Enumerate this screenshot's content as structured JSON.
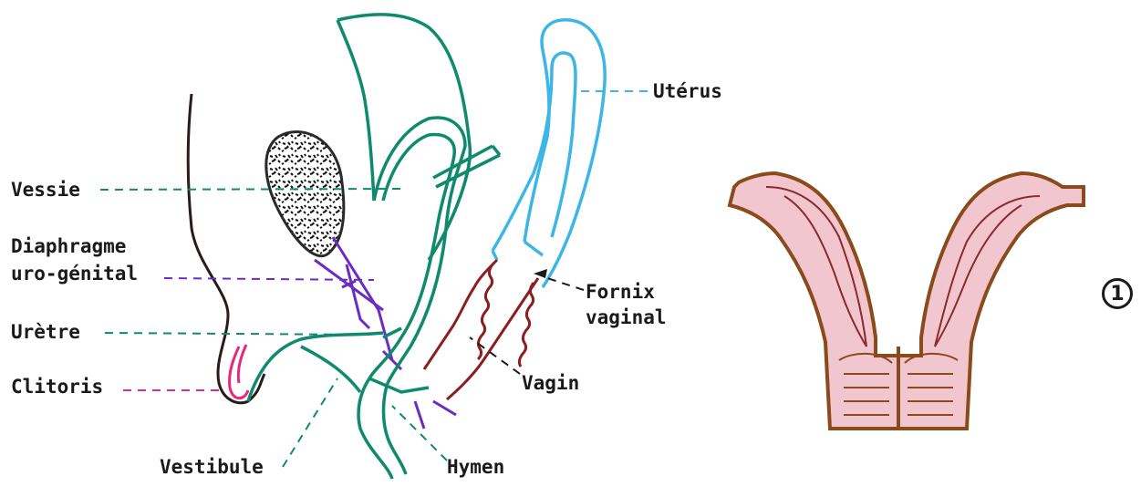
{
  "labels": {
    "vessie": "Vessie",
    "diaphragme_line1": "Diaphragme",
    "diaphragme_line2": "uro-génital",
    "uretre": "Urètre",
    "clitoris": "Clitoris",
    "vestibule": "Vestibule",
    "hymen": "Hymen",
    "vagin": "Vagin",
    "fornix_line1": "Fornix",
    "fornix_line2": "vaginal",
    "uterus": "Utérus"
  },
  "figure_number": "1",
  "colors": {
    "ink": "#1a1a1a",
    "peritoneum_green": "#0f8a6e",
    "uterus_blue": "#3cb6e6",
    "vagina_red": "#8b1f1f",
    "diaphragm_purple": "#6a2cc2",
    "clitoris_pink": "#e6287e",
    "bladder_outline": "#2a2a2a",
    "uterus_fill": "#f2c6cf",
    "uterus_outline": "#8a4a1c"
  }
}
